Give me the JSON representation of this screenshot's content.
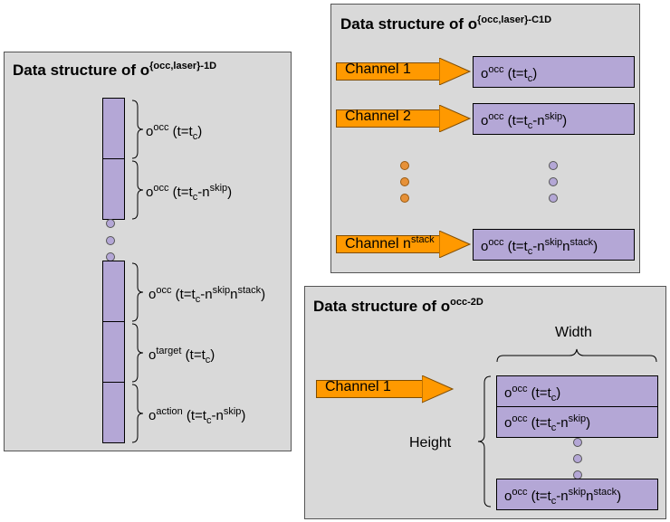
{
  "panel_1d": {
    "title_prefix": "Data structure of o",
    "title_sup": "{occ,laser}",
    "title_suffix": "-1D",
    "labels": [
      {
        "base": "o",
        "sup": "occ",
        "pre": " (t=t",
        "sub": "c",
        "mid": "",
        "sup2": "",
        "post": ")"
      },
      {
        "base": "o",
        "sup": "occ",
        "pre": " (t=t",
        "sub": "c",
        "mid": "-n",
        "sup2": "skip",
        "post": ")"
      },
      {
        "base": "o",
        "sup": "occ",
        "pre": " (t=t",
        "sub": "c",
        "mid": "-n",
        "sup2": "skip",
        "mid2": "n",
        "sup3": "stack",
        "post": ")"
      },
      {
        "base": "o",
        "sup": "target",
        "pre": " (t=t",
        "sub": "c",
        "mid": "",
        "sup2": "",
        "post": ")"
      },
      {
        "base": "o",
        "sup": "action",
        "pre": " (t=t",
        "sub": "c",
        "mid": "-n",
        "sup2": "skip",
        "post": ")"
      }
    ]
  },
  "panel_c1d": {
    "title_prefix": "Data structure of o",
    "title_sup": "{occ,laser}",
    "title_suffix": "-C1D",
    "channels": [
      {
        "name": "Channel 1",
        "name_sup": ""
      },
      {
        "name": "Channel 2",
        "name_sup": ""
      },
      {
        "name": "Channel n",
        "name_sup": "stack"
      }
    ],
    "boxes": [
      {
        "base": "o",
        "sup": "occ",
        "pre": " (t=t",
        "sub": "c",
        "mid": "",
        "sup2": "",
        "post": ")"
      },
      {
        "base": "o",
        "sup": "occ",
        "pre": " (t=t",
        "sub": "c",
        "mid": "-n",
        "sup2": "skip",
        "post": ")"
      },
      {
        "base": "o",
        "sup": "occ",
        "pre": " (t=t",
        "sub": "c",
        "mid": "-n",
        "sup2": "skip",
        "mid2": "n",
        "sup3": "stack",
        "post": ")"
      }
    ]
  },
  "panel_2d": {
    "title_prefix": "Data structure of o",
    "title_sup": "occ-2D",
    "width_label": "Width",
    "height_label": "Height",
    "channel": "Channel 1",
    "rows": [
      {
        "base": "o",
        "sup": "occ",
        "pre": " (t=t",
        "sub": "c",
        "mid": "",
        "sup2": "",
        "post": ")"
      },
      {
        "base": "o",
        "sup": "occ",
        "pre": " (t=t",
        "sub": "c",
        "mid": "-n",
        "sup2": "skip",
        "post": ")"
      },
      {
        "base": "o",
        "sup": "occ",
        "pre": " (t=t",
        "sub": "c",
        "mid": "-n",
        "sup2": "skip",
        "mid2": "n",
        "sup3": "stack",
        "post": ")"
      }
    ]
  },
  "colors": {
    "panel": "#d9d9d9",
    "cell": "#b4a7d6",
    "arrow": "#ff9900",
    "dot_orange": "#e69138"
  }
}
